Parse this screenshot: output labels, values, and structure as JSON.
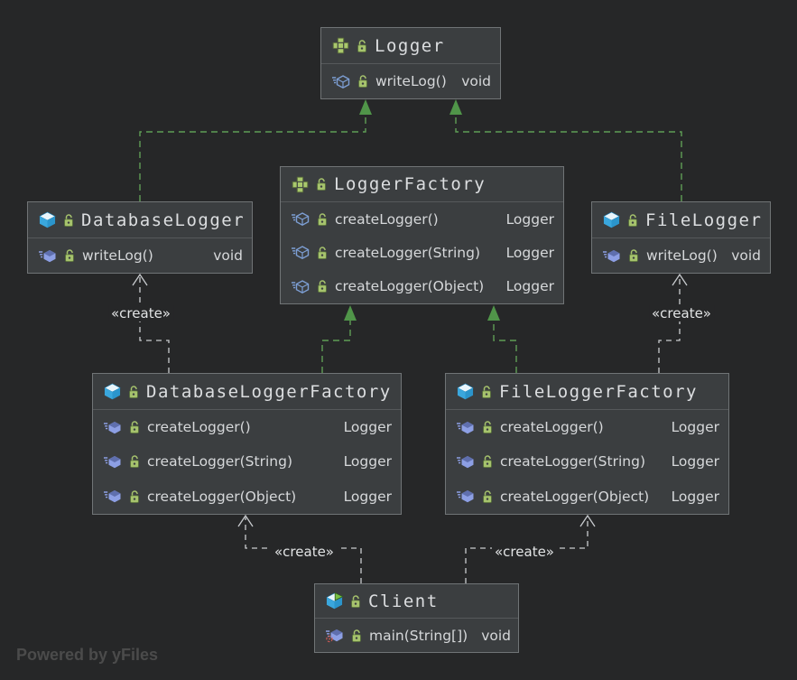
{
  "watermark": "Powered by yFiles",
  "colors": {
    "canvas_bg": "#262728",
    "node_bg": "#3b3e40",
    "node_border": "#707476",
    "text": "#d6d8da",
    "realization_edge_green": "#5f9e55",
    "dependency_edge_gray": "#c9cccf",
    "interface_icon_green": "#a9c86c",
    "class_icon_blue": "#3aa7dd",
    "method_icon_purple": "#8d9fe4",
    "abstract_method_icon_blue": "#7d9fd4",
    "lock_icon_green": "#a6c36d",
    "entrypoint_icon_red": "#cf5b56",
    "runnable_play_green": "#77c043"
  },
  "icons": {
    "interface": "interface-icon (green plus of squares)",
    "class": "class-icon (cyan cube)",
    "runnable_class": "runnable-class-icon (cyan cube with green play arrow)",
    "abstract_method": "abstract-method-icon (outlined blue cube with speed lines)",
    "method": "method-icon (filled purple cube with speed lines)",
    "entry_point_method": "entry-point-method-icon (purple cube with red target circle)",
    "visibility": "lock-open-icon (green open padlock)"
  },
  "nodes": {
    "logger": {
      "title": "Logger",
      "kind": "interface",
      "methods": [
        {
          "name": "writeLog()",
          "type": "void"
        }
      ]
    },
    "logger_factory": {
      "title": "LoggerFactory",
      "kind": "interface",
      "methods": [
        {
          "name": "createLogger()",
          "type": "Logger"
        },
        {
          "name": "createLogger(String)",
          "type": "Logger"
        },
        {
          "name": "createLogger(Object)",
          "type": "Logger"
        }
      ]
    },
    "database_logger": {
      "title": "DatabaseLogger",
      "kind": "class",
      "methods": [
        {
          "name": "writeLog()",
          "type": "void"
        }
      ]
    },
    "file_logger": {
      "title": "FileLogger",
      "kind": "class",
      "methods": [
        {
          "name": "writeLog()",
          "type": "void"
        }
      ]
    },
    "database_logger_factory": {
      "title": "DatabaseLoggerFactory",
      "kind": "class",
      "methods": [
        {
          "name": "createLogger()",
          "type": "Logger"
        },
        {
          "name": "createLogger(String)",
          "type": "Logger"
        },
        {
          "name": "createLogger(Object)",
          "type": "Logger"
        }
      ]
    },
    "file_logger_factory": {
      "title": "FileLoggerFactory",
      "kind": "class",
      "methods": [
        {
          "name": "createLogger()",
          "type": "Logger"
        },
        {
          "name": "createLogger(String)",
          "type": "Logger"
        },
        {
          "name": "createLogger(Object)",
          "type": "Logger"
        }
      ]
    },
    "client": {
      "title": "Client",
      "kind": "runnable-class",
      "methods": [
        {
          "name": "main(String[])",
          "type": "void"
        }
      ]
    }
  },
  "edges": [
    {
      "from": "DatabaseLogger",
      "to": "Logger",
      "type": "realization",
      "label": ""
    },
    {
      "from": "FileLogger",
      "to": "Logger",
      "type": "realization",
      "label": ""
    },
    {
      "from": "DatabaseLoggerFactory",
      "to": "LoggerFactory",
      "type": "realization",
      "label": ""
    },
    {
      "from": "FileLoggerFactory",
      "to": "LoggerFactory",
      "type": "realization",
      "label": ""
    },
    {
      "from": "DatabaseLoggerFactory",
      "to": "DatabaseLogger",
      "type": "dependency",
      "label": "«create»"
    },
    {
      "from": "FileLoggerFactory",
      "to": "FileLogger",
      "type": "dependency",
      "label": "«create»"
    },
    {
      "from": "Client",
      "to": "DatabaseLoggerFactory",
      "type": "dependency",
      "label": "«create»"
    },
    {
      "from": "Client",
      "to": "FileLoggerFactory",
      "type": "dependency",
      "label": "«create»"
    }
  ]
}
